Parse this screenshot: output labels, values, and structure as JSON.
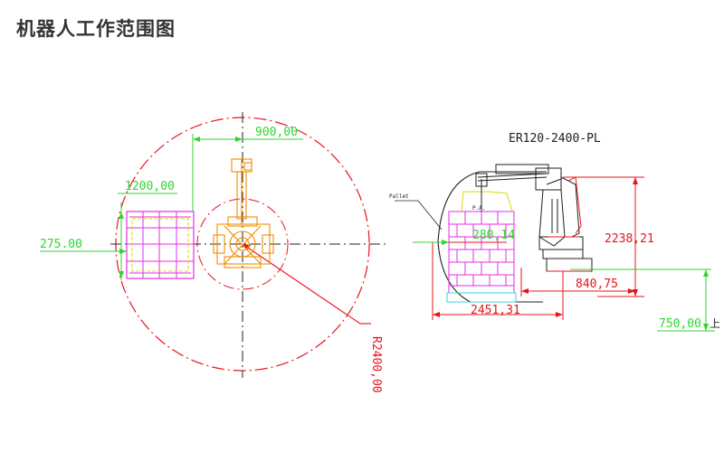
{
  "title": "机器人工作范围图",
  "model_label": "ER120-2400-PL",
  "colors": {
    "red": "#e8141c",
    "green": "#2fd62f",
    "orange": "#f28c00",
    "magenta": "#e62de6",
    "yellow": "#d9d900",
    "cyan": "#36d6d6",
    "dark": "#202020"
  },
  "top_view": {
    "dim_width": "900,00",
    "dim_length": "1200,00",
    "dim_offset": "275.00",
    "radius": "R2400,00"
  },
  "side_view": {
    "dim_height": "2238,21",
    "dim_center": "280,14",
    "dim_depth": "840,75",
    "dim_reach": "2451,31",
    "dim_base": "750,00",
    "dim_base_suffix": "上",
    "tag_small": "P.A.",
    "tag_tool": "Pallet"
  }
}
